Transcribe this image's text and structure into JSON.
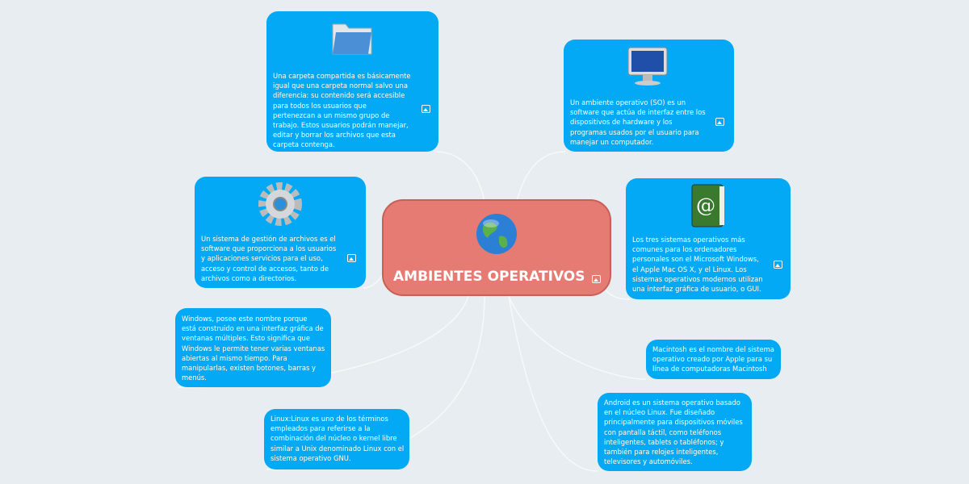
{
  "center": {
    "title": "AMBIENTES OPERATIVOS",
    "icon": "globe-icon"
  },
  "nodes": {
    "carpeta": {
      "icon": "folder-icon",
      "lines": [
        "Una carpeta compartida es básicamente",
        "igual que una carpeta normal salvo una",
        "diferencia: su contenido será accesible",
        "para todos los usuarios que",
        "pertenezcan a un mismo grupo de",
        "trabajo. Estos usuarios podrán manejar,",
        "editar y borrar los archivos que esta",
        "carpeta contenga."
      ]
    },
    "so": {
      "icon": "monitor-icon",
      "lines": [
        "Un ambiente operativo (SO) es un",
        "software que actúa de interfaz entre los",
        "dispositivos de hardware y los",
        "programas usados por el usuario para",
        "manejar un computador."
      ]
    },
    "archivos": {
      "icon": "gear-icon",
      "lines": [
        "Un sistema de gestión de archivos es el",
        "software que proporciona a los usuarios",
        "y aplicaciones servicios para el uso,",
        "acceso y control de accesos, tanto de",
        "archivos como a directorios."
      ]
    },
    "tres": {
      "icon": "address-book-icon",
      "lines": [
        "Los tres sistemas operativos más",
        "comunes para los ordenadores",
        "personales son el Microsoft Windows,",
        "el Apple Mac OS X, y el Linux. Los",
        "sistemas operativos modernos utilizan",
        "una interfaz gráfica de usuario, o GUI."
      ]
    },
    "windows": {
      "lines": [
        "Windows, posee este nombre porque",
        "está construido en una interfaz gráfica de",
        "ventanas múltiples. Esto significa que",
        "Windows le permite tener varias ventanas",
        "abiertas al mismo tiempo. Para",
        "manipularlas, existen botones, barras y",
        "menús."
      ]
    },
    "mac": {
      "lines": [
        "Macintosh es el nombre del sistema",
        "operativo creado por Apple para su",
        "línea de computadoras Macintosh"
      ]
    },
    "linux": {
      "lines": [
        "Linux:Linux es uno de los términos",
        "empleados para referirse a la",
        "combinación del núcleo o kernel libre",
        "similar a Unix denominado Linux con el",
        "sistema operativo GNU."
      ]
    },
    "android": {
      "lines": [
        "Android es un sistema operativo basado",
        "en el núcleo Linux. Fue diseñado",
        "principalmente para dispositivos móviles",
        "con pantalla táctil, como teléfonos",
        "inteligentes, tablets o tabléfonos; y",
        "también para relojes inteligentes,",
        "televisores y automóviles."
      ]
    }
  },
  "colors": {
    "node": "#03a9f4",
    "center": "#e57b73",
    "background": "#e7edf1"
  }
}
